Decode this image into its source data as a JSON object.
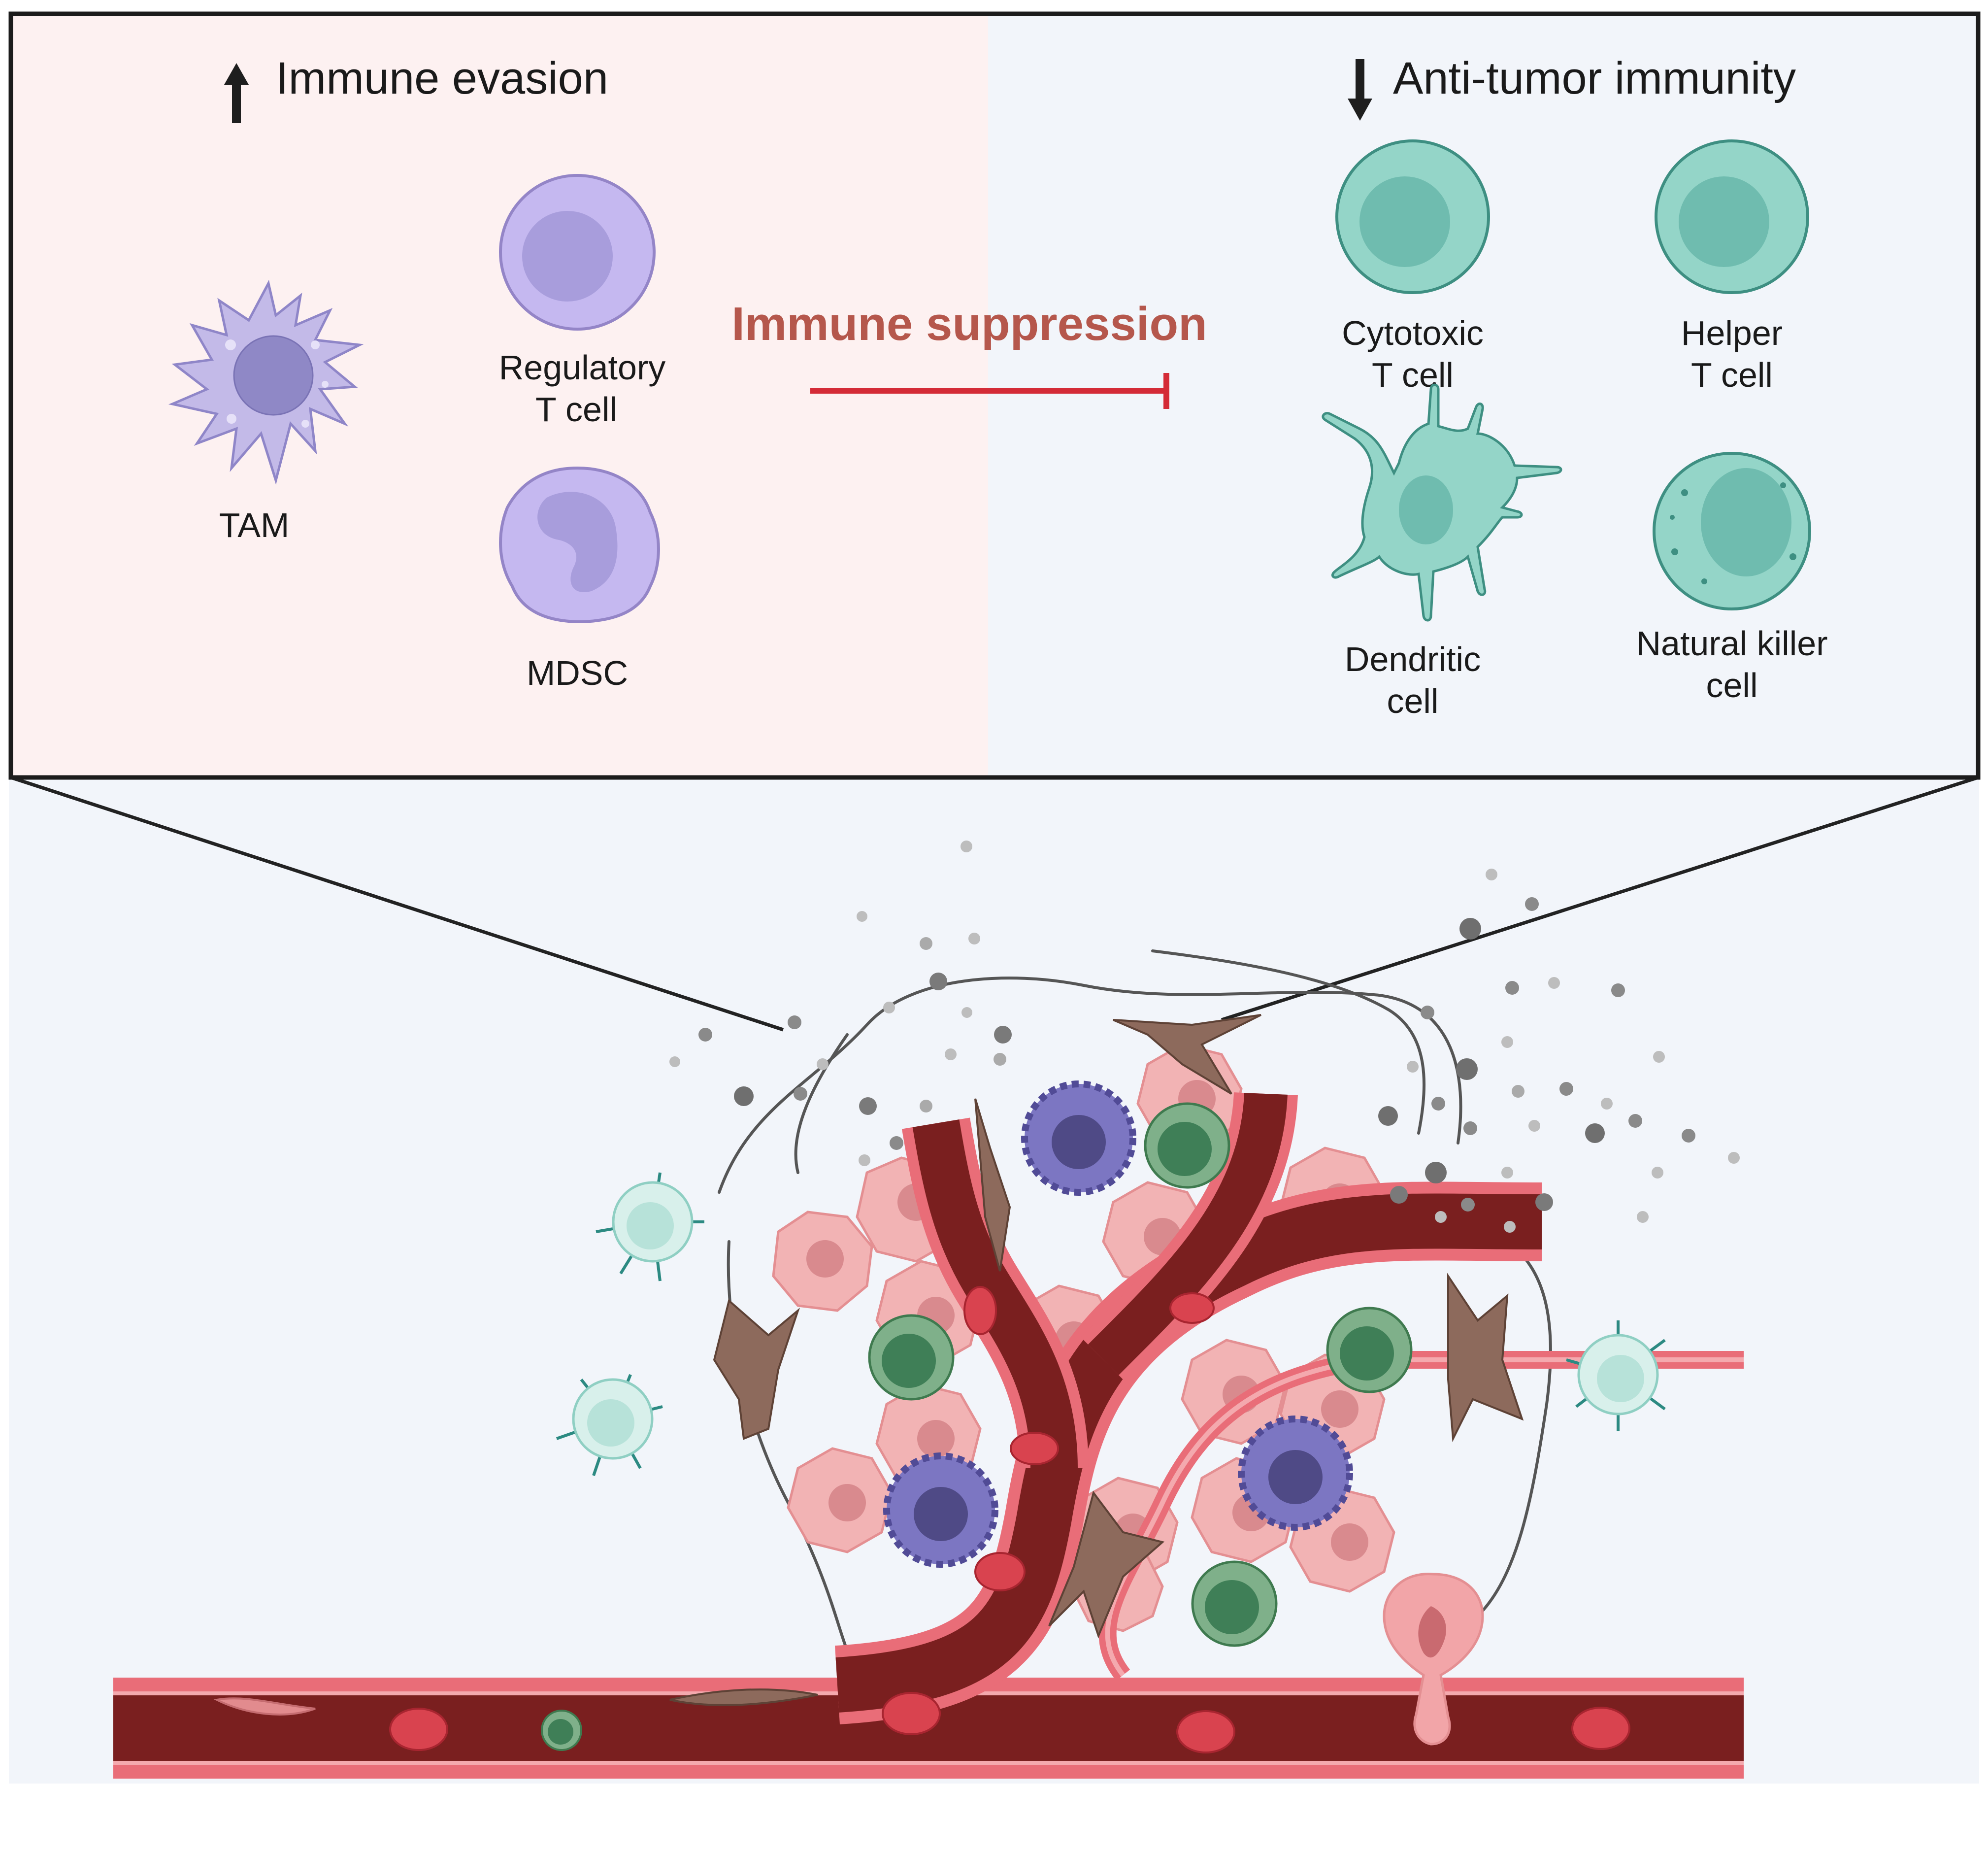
{
  "header": {
    "left_title": "Immune evasion",
    "right_title": "Anti-tumor immunity",
    "center_label": "Immune suppression"
  },
  "left_cells": {
    "tam": "TAM",
    "treg_line1": "Regulatory",
    "treg_line2": "T cell",
    "mdsc": "MDSC"
  },
  "right_cells": {
    "ctl_line1": "Cytotoxic",
    "ctl_line2": "T cell",
    "helper_line1": "Helper",
    "helper_line2": "T cell",
    "dc_line1": "Dendritic",
    "dc_line2": "cell",
    "nk_line1": "Natural killer",
    "nk_line2": "cell"
  },
  "colors": {
    "left_panel_bg": "#fdf1f1",
    "right_panel_bg": "#f2f5fa",
    "suppression_text": "#b5574c",
    "suppression_line": "#d42b37",
    "purple_cell": "#c3b7ec",
    "teal_cell": "#93d5c7",
    "vessel": "#7a1f1f",
    "tumor_cell": "#f2b3b4"
  },
  "icons": {
    "up_arrow": "up-arrow-icon",
    "down_arrow": "down-arrow-icon",
    "inhibition": "inhibition-line-icon"
  }
}
